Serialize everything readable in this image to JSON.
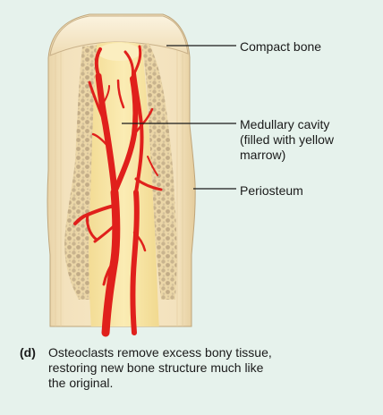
{
  "labels": {
    "compact_bone": "Compact bone",
    "medullary_cavity": [
      "Medullary cavity",
      "(filled with yellow",
      "marrow)"
    ],
    "periosteum": "Periosteum"
  },
  "caption": {
    "marker": "(d)",
    "lines": [
      "Osteoclasts remove excess bony tissue,",
      "restoring new bone structure much like",
      "the original."
    ]
  },
  "colors": {
    "background": "#e6f2ec",
    "compact_bone": "#f2dfb8",
    "spongy_bone": "#c9b791",
    "marrow": "#f8e6a8",
    "vessels": "#e0201c",
    "leader_lines": "#1a1a1a"
  }
}
